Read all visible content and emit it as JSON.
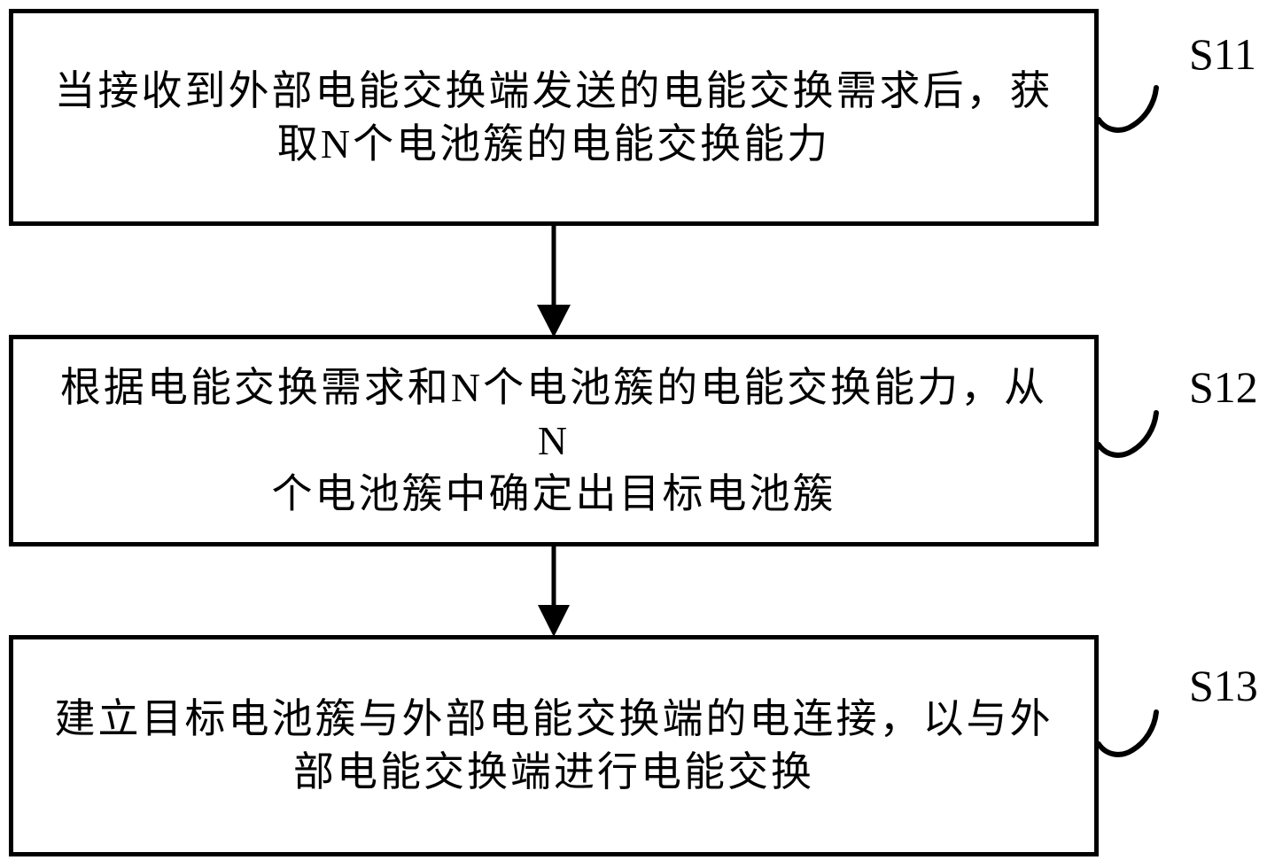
{
  "figure": {
    "type": "flowchart",
    "background_color": "#ffffff",
    "stroke_color": "#000000"
  },
  "steps": [
    {
      "label": "S11",
      "lines": [
        "当接收到外部电能交换端发送的电能交换需求后，获",
        "取N个电池簇的电能交换能力"
      ]
    },
    {
      "label": "S12",
      "lines": [
        "根据电能交换需求和N个电池簇的电能交换能力，从N",
        "个电池簇中确定出目标电池簇"
      ]
    },
    {
      "label": "S13",
      "lines": [
        "建立目标电池簇与外部电能交换端的电连接，以与外",
        "部电能交换端进行电能交换"
      ]
    }
  ]
}
